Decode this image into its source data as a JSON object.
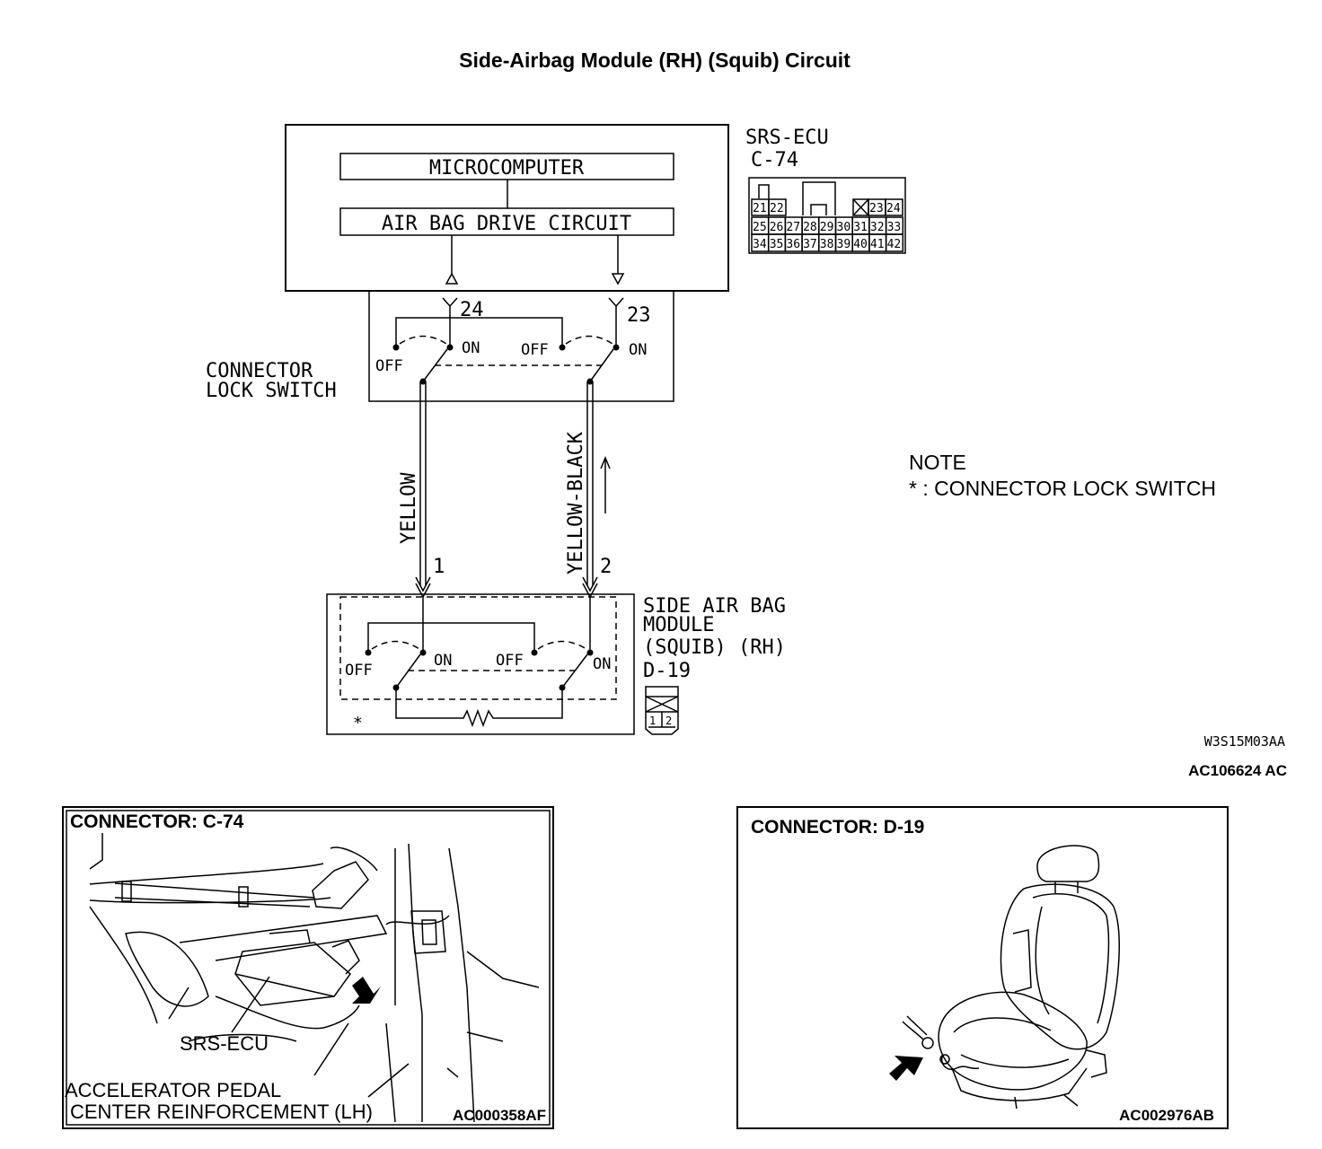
{
  "title": "Side-Airbag Module (RH) (Squib) Circuit",
  "ecu": {
    "name": "SRS-ECU",
    "connector": "C-74",
    "microcomputer_label": "MICROCOMPUTER",
    "drive_circuit_label": "AIR BAG DRIVE CIRCUIT",
    "pins": {
      "row1": [
        "21",
        "22",
        "23",
        "24"
      ],
      "row2": [
        "25",
        "26",
        "27",
        "28",
        "29",
        "30",
        "31",
        "32",
        "33"
      ],
      "row3": [
        "34",
        "35",
        "36",
        "37",
        "38",
        "39",
        "40",
        "41",
        "42"
      ]
    }
  },
  "lock_switch": {
    "label_line1": "CONNECTOR",
    "label_line2": "LOCK SWITCH",
    "pin_left": "24",
    "pin_right": "23",
    "off": "OFF",
    "on": "ON"
  },
  "wires": {
    "left_color": "YELLOW",
    "right_color": "YELLOW-BLACK",
    "left_pin": "1",
    "right_pin": "2"
  },
  "module": {
    "line1": "SIDE AIR BAG",
    "line2": "MODULE",
    "line3": "(SQUIB) (RH)",
    "connector": "D-19",
    "pins": [
      "1",
      "2"
    ],
    "asterisk": "*"
  },
  "note": {
    "heading": "NOTE",
    "text": "* : CONNECTOR LOCK SWITCH"
  },
  "drawing_codes": {
    "code1": "W3S15M03AA",
    "code2": "AC106624 AC"
  },
  "panel_c74": {
    "title": "CONNECTOR: C-74",
    "label_ecu": "SRS-ECU",
    "label_pedal_1": "ACCELERATOR PEDAL",
    "label_pedal_2": "CENTER REINFORCEMENT (LH)",
    "code": "AC000358AF"
  },
  "panel_d19": {
    "title": "CONNECTOR: D-19",
    "code": "AC002976AB"
  }
}
